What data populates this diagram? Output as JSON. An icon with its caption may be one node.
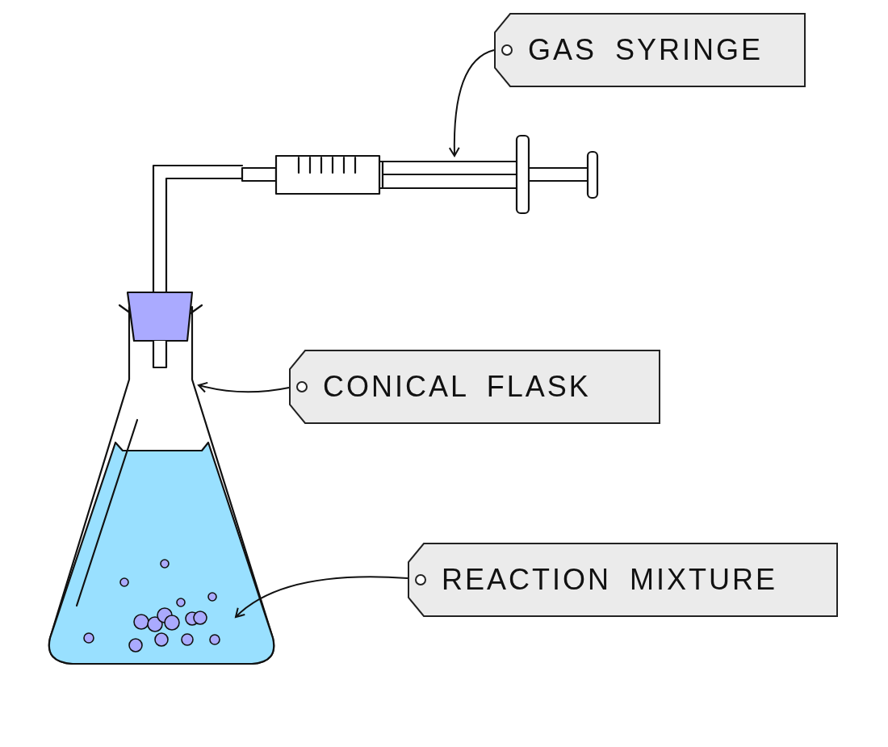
{
  "diagram": {
    "nodes": [
      {
        "text": [
          "GAS SYRINGE"
        ]
      },
      {
        "text": [],
        "shape": "picture"
      },
      {
        "text": [
          "CONICAL FLASK"
        ]
      },
      {
        "text": [],
        "shape": "picture"
      },
      {
        "text": [
          "REACTION MIXTURE"
        ]
      },
      {
        "text": [],
        "shape": "picture",
        "in": 3
      }
    ],
    "edges": [
      {
        "from": 0,
        "to": 1,
        "arrow": "to"
      },
      {
        "from": 2,
        "to": 3,
        "arrow": "to"
      },
      {
        "from": 4,
        "to": 5,
        "arrow": "to"
      }
    ]
  }
}
